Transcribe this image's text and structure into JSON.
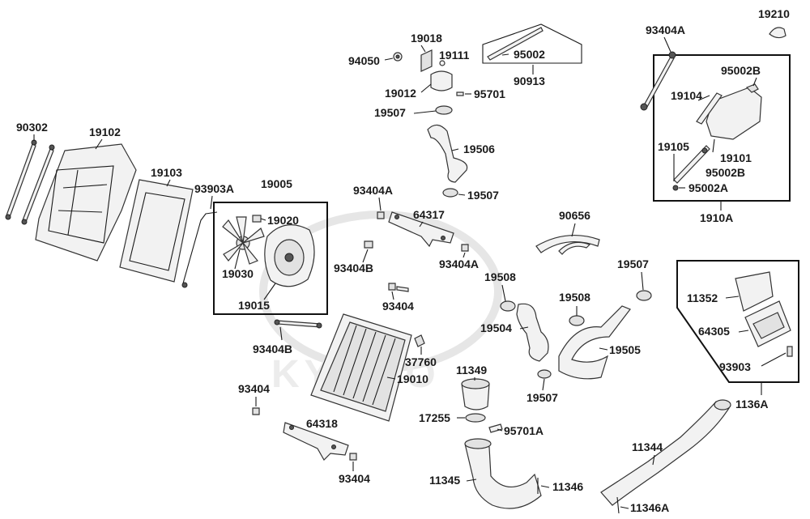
{
  "watermark": "KYMCO",
  "parts": {
    "p19210": "19210",
    "p93404A_top": "93404A",
    "p95002B_top": "95002B",
    "p19104": "19104",
    "p19105": "19105",
    "p19101": "19101",
    "p95002B_mid": "95002B",
    "p95002A": "95002A",
    "p1910A": "1910A",
    "p19018": "19018",
    "p19111": "19111",
    "p94050": "94050",
    "p19012": "19012",
    "p95701": "95701",
    "p95002": "95002",
    "p90913": "90913",
    "p19507_a": "19507",
    "p19506": "19506",
    "p19507_b": "19507",
    "p90302": "90302",
    "p19102": "19102",
    "p19103": "19103",
    "p93903A": "93903A",
    "p19005": "19005",
    "p19020": "19020",
    "p19030": "19030",
    "p19015": "19015",
    "p93404A_mid": "93404A",
    "p64317": "64317",
    "p93404B_a": "93404B",
    "p93404A_low": "93404A",
    "p93404_a": "93404",
    "p90656": "90656",
    "p19508_a": "19508",
    "p19504": "19504",
    "p19508_b": "19508",
    "p19507_c": "19507",
    "p19505": "19505",
    "p19507_d": "19507",
    "p11352": "11352",
    "p64305": "64305",
    "p93903": "93903",
    "p1136A": "1136A",
    "p93404B_b": "93404B",
    "p37760": "37760",
    "p19010": "19010",
    "p11349": "11349",
    "p93404_b": "93404",
    "p64318": "64318",
    "p17255": "17255",
    "p95701A": "95701A",
    "p93404_c": "93404",
    "p11344": "11344",
    "p11345": "11345",
    "p11346": "11346",
    "p11346A": "11346A"
  }
}
